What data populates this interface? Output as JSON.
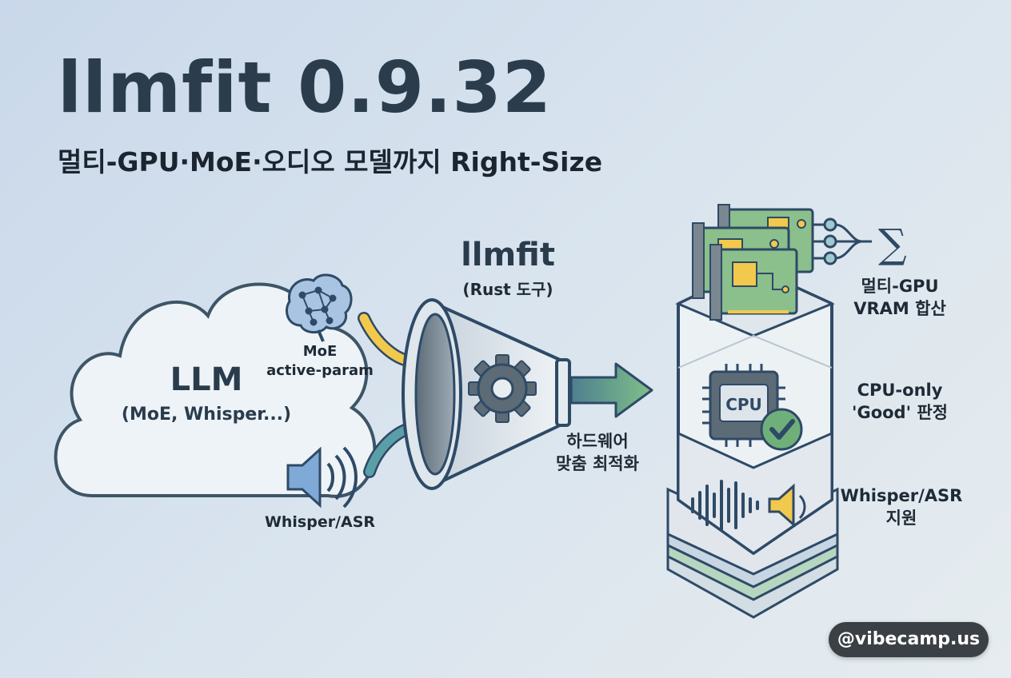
{
  "title": "llmfit 0.9.32",
  "subtitle": "멀티-GPU·MoE·오디오 모델까지 Right-Size",
  "cloud": {
    "title": "LLM",
    "subtitle": "(MoE, Whisper...)"
  },
  "inputs": {
    "moe_label_line1": "MoE",
    "moe_label_line2": "active-param",
    "audio_label": "Whisper/ASR"
  },
  "tool": {
    "name": "llmfit",
    "desc": "(Rust 도구)"
  },
  "output": {
    "label_line1": "하드웨어",
    "label_line2": "맞춤 최적화"
  },
  "stack": {
    "gpu_label_line1": "멀티-GPU",
    "gpu_label_line2": "VRAM 합산",
    "sum_symbol": "∑",
    "cpu_chip_text": "CPU",
    "cpu_label_line1": "CPU-only",
    "cpu_label_line2": "'Good' 판정",
    "audio_label_line1": "Whisper/ASR",
    "audio_label_line2": "지원"
  },
  "badge": "@vibecamp.us",
  "colors": {
    "accent_green": "#7fbf8a",
    "arrow_yellow": "#f2c94c",
    "arrow_teal": "#5a9ea8",
    "speaker_blue": "#7fa9d6",
    "speaker_yellow": "#f2c94c"
  }
}
